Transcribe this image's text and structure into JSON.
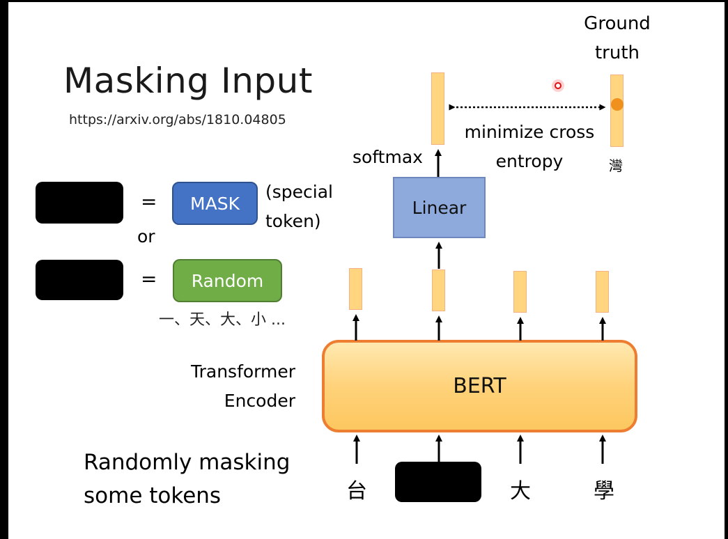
{
  "title": "Masking Input",
  "url": "https://arxiv.org/abs/1810.04805",
  "legend": {
    "equals": "=",
    "mask_label": "MASK",
    "special_line1": "(special",
    "special_line2": "token)",
    "or_label": "or",
    "random_label": "Random",
    "random_examples": "一、天、大、小 ..."
  },
  "model": {
    "linear_label": "Linear",
    "softmax_label": "softmax",
    "bert_label": "BERT",
    "encoder_line1": "Transformer",
    "encoder_line2": "Encoder"
  },
  "inputs": {
    "token1": "台",
    "token3": "大",
    "token4": "學"
  },
  "loss": {
    "ground_line1": "Ground",
    "ground_line2": "truth",
    "minimize_line1": "minimize cross",
    "minimize_line2": "entropy",
    "target_char": "灣"
  },
  "caption": {
    "line1": "Randomly masking",
    "line2": "some tokens"
  },
  "colors": {
    "mask_blue": "#4472c4",
    "random_green": "#70ad47",
    "bert_orange": "#ed7d31",
    "vector_fill": "#ffd580",
    "linear_blue": "#8ea9db"
  }
}
